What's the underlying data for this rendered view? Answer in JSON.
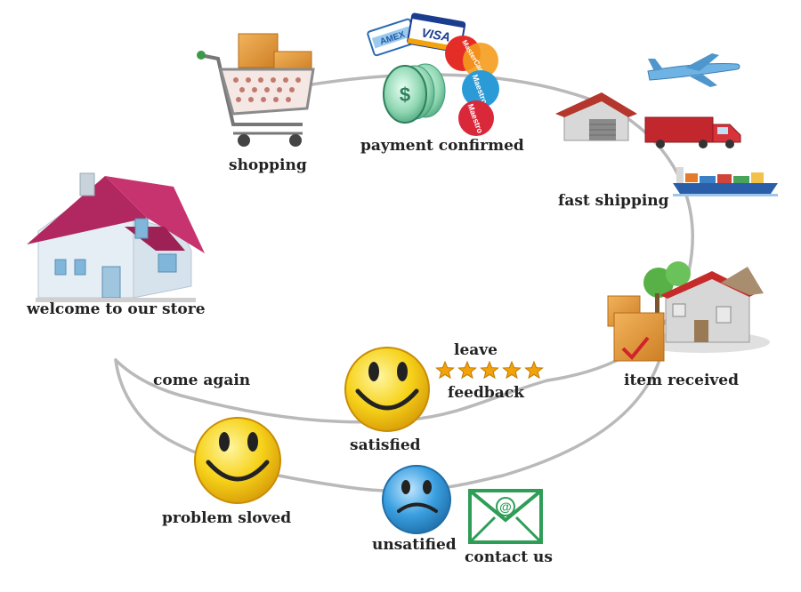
{
  "diagram": {
    "steps": {
      "welcome": "welcome to our store",
      "shopping": "shopping",
      "payment": "payment confirmed",
      "shipping": "fast shipping",
      "received": "item received",
      "feedback_line1": "leave",
      "feedback_line2": "feedback",
      "satisfied": "satisfied",
      "come_again": "come again",
      "unsatisfied": "unsatified",
      "contact": "contact us",
      "solved": "problem sloved"
    },
    "card_logos": [
      "AMEX",
      "VISA",
      "MasterCard",
      "Maestro",
      "Maestro"
    ],
    "feedback_stars": 5,
    "colors": {
      "curve": "#b9b9b9",
      "smiley_yellow": "#f6d21a",
      "sad_blue": "#3a9fe0",
      "envelope_green": "#2e9e57",
      "roof_magenta": "#b0285f",
      "star_gold": "#f2a20a"
    },
    "icons": [
      "house-icon",
      "shopping-cart-icon",
      "payment-cards-icon",
      "warehouse-icon",
      "airplane-icon",
      "truck-icon",
      "cargo-ship-icon",
      "received-house-icon",
      "happy-smiley-icon",
      "sad-smiley-icon",
      "envelope-icon",
      "star-icon"
    ]
  }
}
